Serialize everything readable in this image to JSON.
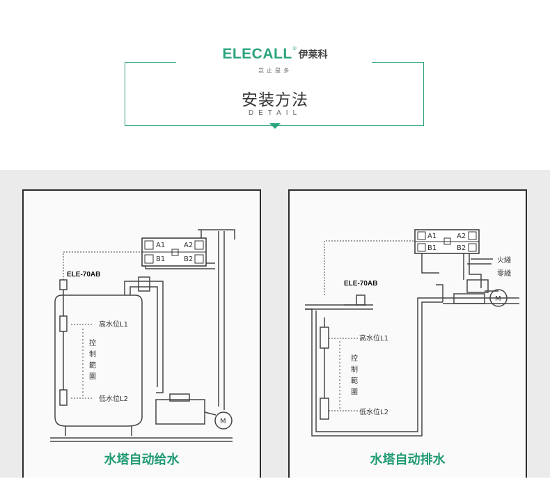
{
  "header": {
    "brand_logo": "ELECALL",
    "brand_registered": "®",
    "brand_cn": "伊莱科",
    "slogan": "岂止是多",
    "title": "安装方法",
    "subtitle": "DETAIL"
  },
  "colors": {
    "accent": "#2aa37f",
    "caption": "#1f9a73",
    "panel_border": "#2b2b2b",
    "section_bg": "#ebebeb"
  },
  "diagrams": {
    "left": {
      "caption": "水塔自动给水",
      "model": "ELE-70AB",
      "terminal_a1": "A1",
      "terminal_a2": "A2",
      "terminal_b1": "B1",
      "terminal_b2": "B2",
      "high_level": "高水位L1",
      "low_level": "低水位L2",
      "range_1": "控",
      "range_2": "制",
      "range_3": "範",
      "range_4": "圍",
      "motor": "M"
    },
    "right": {
      "caption": "水塔自动排水",
      "model": "ELE-70AB",
      "terminal_a1": "A1",
      "terminal_a2": "A2",
      "terminal_b1": "B1",
      "terminal_b2": "B2",
      "live_wire": "火綫",
      "neutral_wire": "零綫",
      "high_level": "高水位L1",
      "low_level": "低水位L2",
      "range_1": "控",
      "range_2": "制",
      "range_3": "範",
      "range_4": "圍",
      "motor": "M"
    }
  }
}
